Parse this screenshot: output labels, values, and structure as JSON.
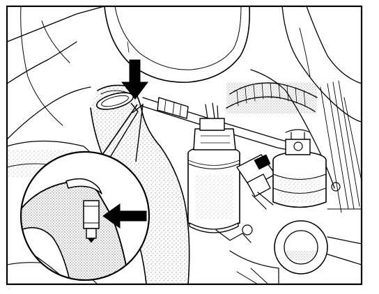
{
  "figure": {
    "description_visible_text": "",
    "colors": {
      "ink": "#000000",
      "paper": "#ffffff",
      "stipple": "#444444"
    },
    "callouts": [
      {
        "id": "main-arrow",
        "direction": "down",
        "icon": "arrow-down-icon"
      },
      {
        "id": "detail-arrow",
        "direction": "left",
        "icon": "arrow-left-icon"
      }
    ]
  }
}
